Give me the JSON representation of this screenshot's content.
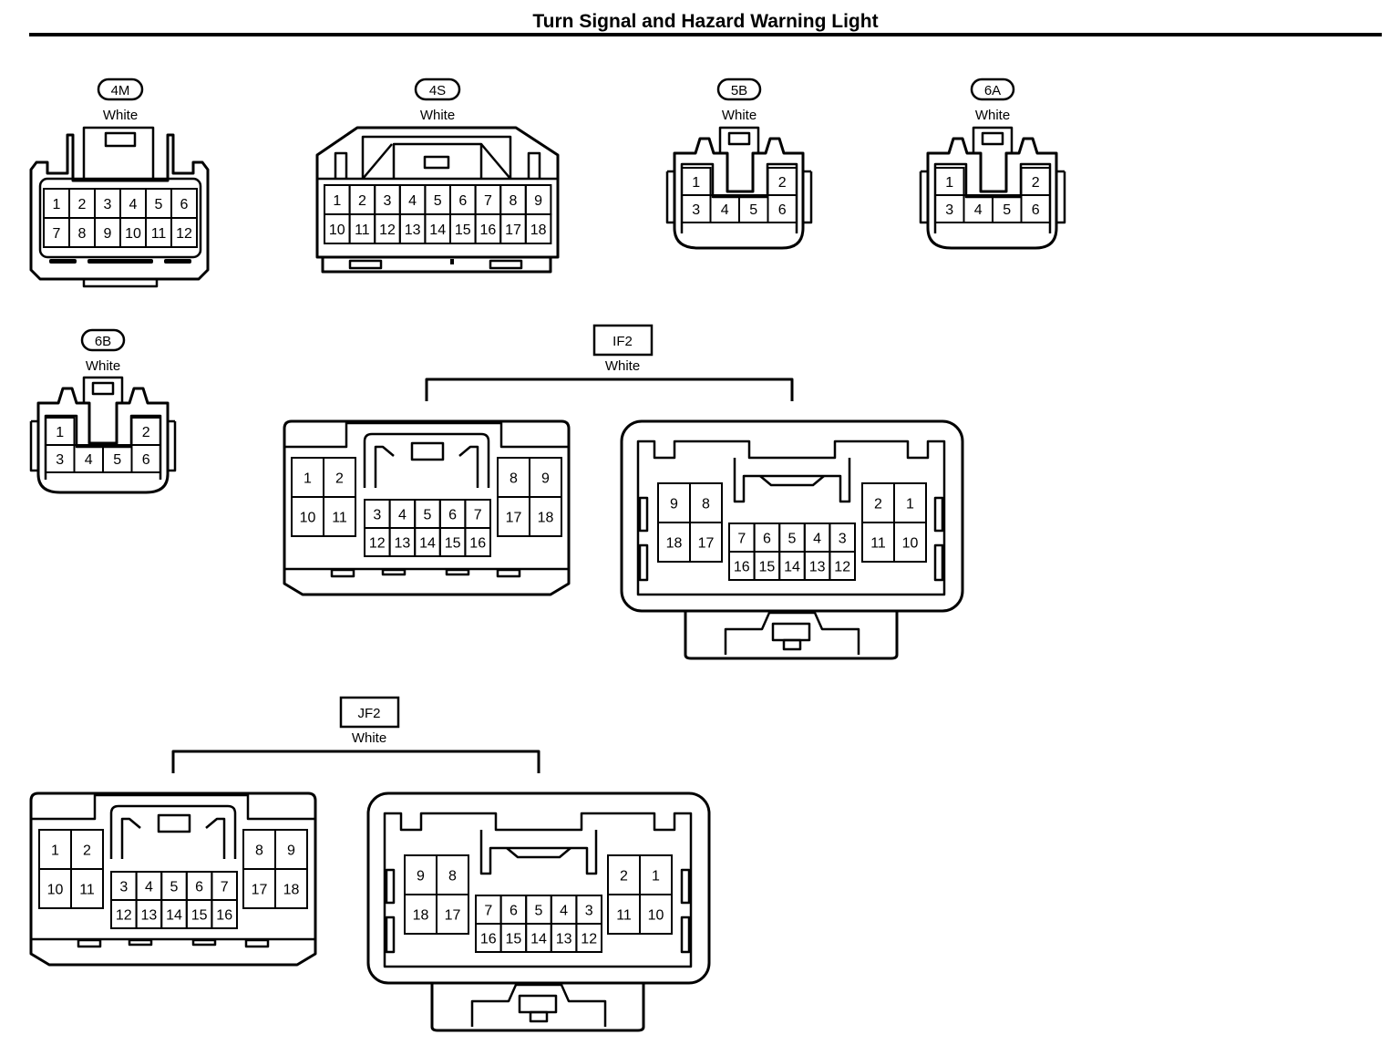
{
  "title": "Turn Signal and Hazard Warning Light",
  "connectors": [
    {
      "code": "4M",
      "color": "White",
      "badge": "pill",
      "rows": [
        [
          "1",
          "2",
          "3",
          "4",
          "5",
          "6"
        ],
        [
          "7",
          "8",
          "9",
          "10",
          "11",
          "12"
        ]
      ]
    },
    {
      "code": "4S",
      "color": "White",
      "badge": "pill",
      "rows": [
        [
          "1",
          "2",
          "3",
          "4",
          "5",
          "6",
          "7",
          "8",
          "9"
        ],
        [
          "10",
          "11",
          "12",
          "13",
          "14",
          "15",
          "16",
          "17",
          "18"
        ]
      ]
    },
    {
      "code": "5B",
      "color": "White",
      "badge": "pill",
      "pins": [
        "1",
        "2",
        "3",
        "4",
        "5",
        "6"
      ]
    },
    {
      "code": "6A",
      "color": "White",
      "badge": "pill",
      "pins": [
        "1",
        "2",
        "3",
        "4",
        "5",
        "6"
      ]
    },
    {
      "code": "6B",
      "color": "White",
      "badge": "pill",
      "pins": [
        "1",
        "2",
        "3",
        "4",
        "5",
        "6"
      ]
    },
    {
      "code": "IF2",
      "color": "White",
      "badge": "box",
      "male": {
        "left": [
          [
            "1",
            "2"
          ],
          [
            "10",
            "11"
          ]
        ],
        "center": [
          [
            "3",
            "4",
            "5",
            "6",
            "7"
          ],
          [
            "12",
            "13",
            "14",
            "15",
            "16"
          ]
        ],
        "right": [
          [
            "8",
            "9"
          ],
          [
            "17",
            "18"
          ]
        ]
      },
      "female": {
        "left": [
          [
            "9",
            "8"
          ],
          [
            "18",
            "17"
          ]
        ],
        "center": [
          [
            "7",
            "6",
            "5",
            "4",
            "3"
          ],
          [
            "16",
            "15",
            "14",
            "13",
            "12"
          ]
        ],
        "right": [
          [
            "2",
            "1"
          ],
          [
            "11",
            "10"
          ]
        ]
      }
    },
    {
      "code": "JF2",
      "color": "White",
      "badge": "box",
      "male": {
        "left": [
          [
            "1",
            "2"
          ],
          [
            "10",
            "11"
          ]
        ],
        "center": [
          [
            "3",
            "4",
            "5",
            "6",
            "7"
          ],
          [
            "12",
            "13",
            "14",
            "15",
            "16"
          ]
        ],
        "right": [
          [
            "8",
            "9"
          ],
          [
            "17",
            "18"
          ]
        ]
      },
      "female": {
        "left": [
          [
            "9",
            "8"
          ],
          [
            "18",
            "17"
          ]
        ],
        "center": [
          [
            "7",
            "6",
            "5",
            "4",
            "3"
          ],
          [
            "16",
            "15",
            "14",
            "13",
            "12"
          ]
        ],
        "right": [
          [
            "2",
            "1"
          ],
          [
            "11",
            "10"
          ]
        ]
      }
    }
  ]
}
